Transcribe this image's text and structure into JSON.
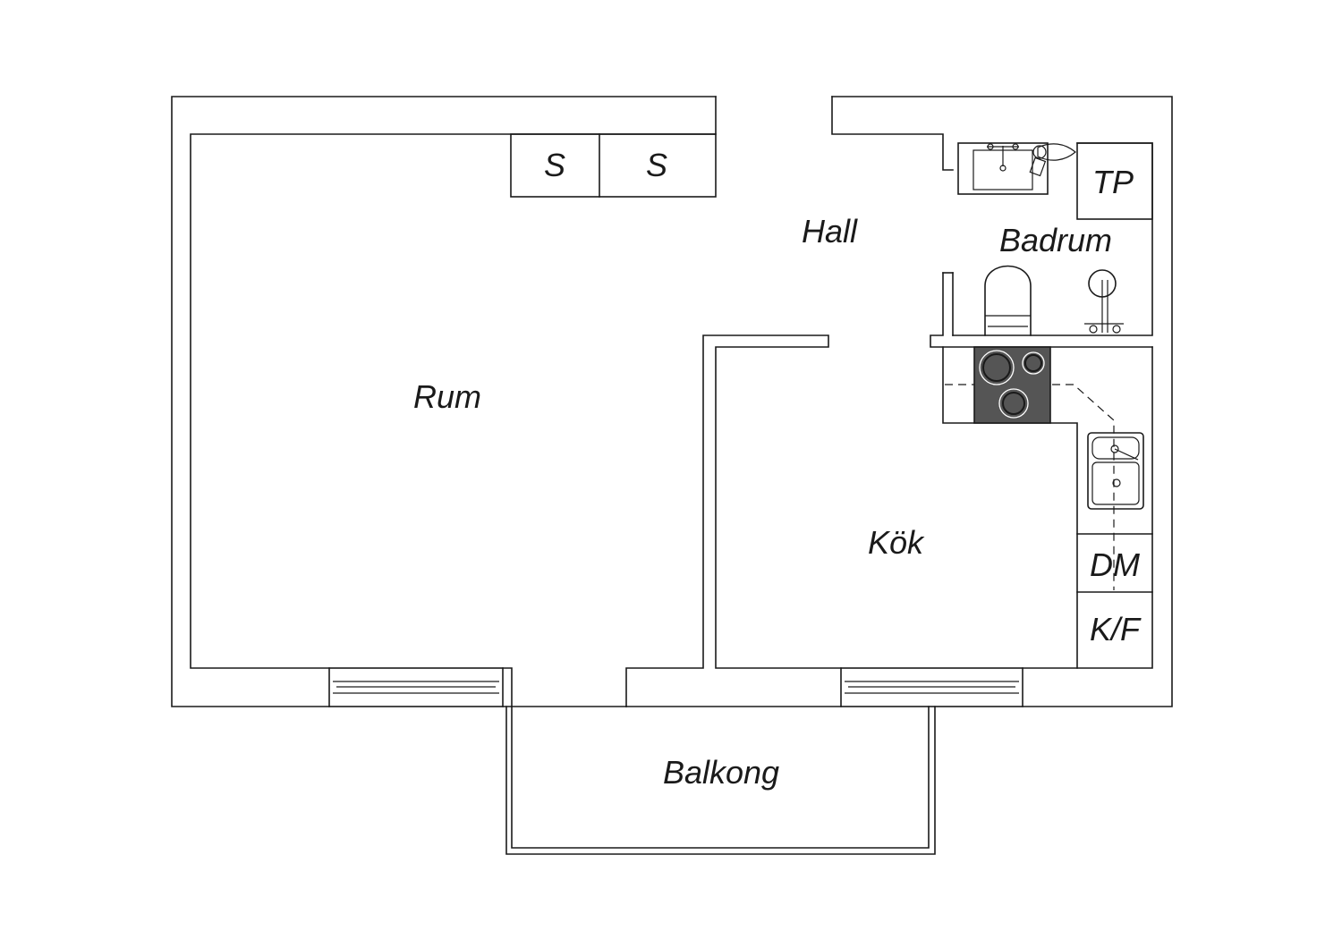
{
  "rooms": {
    "rum": "Rum",
    "hall": "Hall",
    "badrum": "Badrum",
    "kok": "Kök",
    "balkong": "Balkong"
  },
  "fixtures": {
    "storage_1": "S",
    "storage_2": "S",
    "tp": "TP",
    "dm": "DM",
    "kf": "K/F"
  },
  "colors": {
    "line": "#1a1a1a",
    "stove": "#555555",
    "background": "#ffffff"
  }
}
